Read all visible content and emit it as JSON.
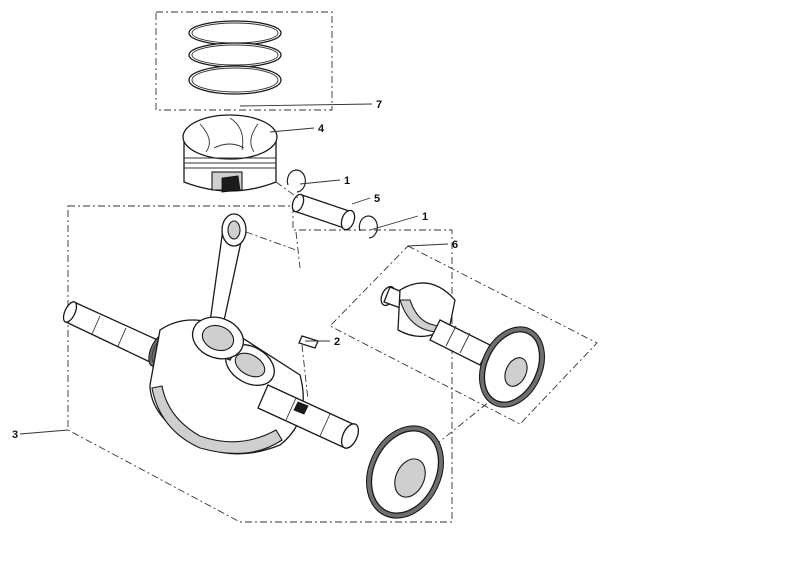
{
  "callouts": [
    {
      "id": "c1a",
      "text": "1"
    },
    {
      "id": "c1b",
      "text": "1"
    },
    {
      "id": "c2",
      "text": "2"
    },
    {
      "id": "c3",
      "text": "3"
    },
    {
      "id": "c4",
      "text": "4"
    },
    {
      "id": "c5",
      "text": "5"
    },
    {
      "id": "c6",
      "text": "6"
    },
    {
      "id": "c7",
      "text": "7"
    }
  ]
}
